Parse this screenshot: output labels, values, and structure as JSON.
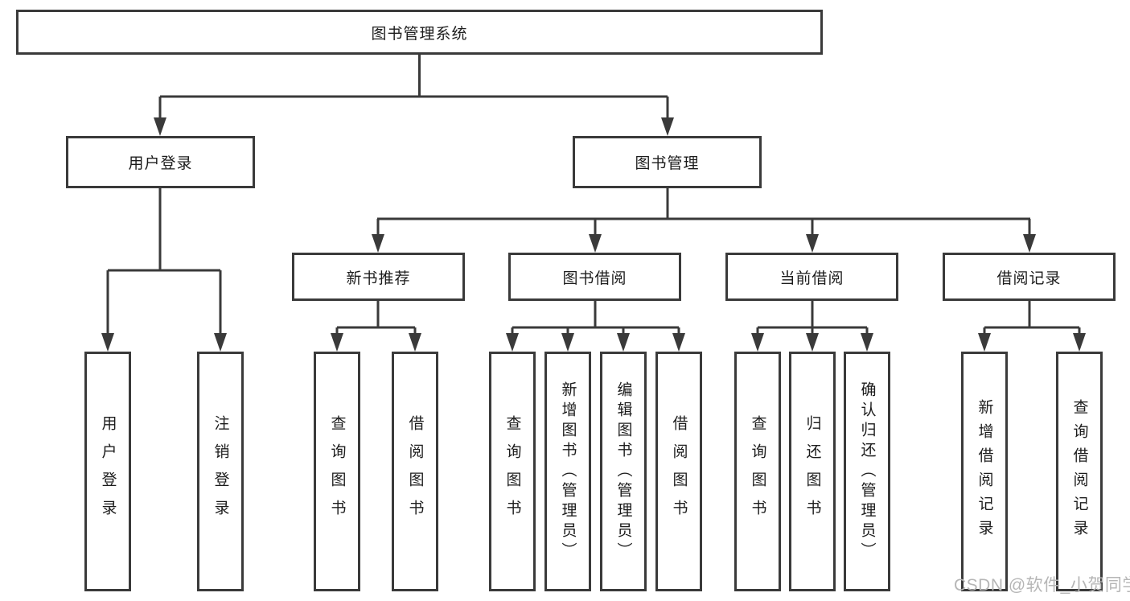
{
  "diagram": {
    "root": "图书管理系统",
    "level2": [
      "用户登录",
      "图书管理"
    ],
    "level3": [
      "新书推荐",
      "图书借阅",
      "当前借阅",
      "借阅记录"
    ],
    "leaves": {
      "user_login": [
        "用户登录",
        "注销登录"
      ],
      "new_book": [
        "查询图书",
        "借阅图书"
      ],
      "book_borrow": [
        "查询图书",
        "新增图书（管理员）",
        "编辑图书（管理员）",
        "借阅图书"
      ],
      "current_borrow": [
        "查询图书",
        "归还图书",
        "确认归还（管理员）"
      ],
      "borrow_records": [
        "新增借阅记录",
        "查询借阅记录"
      ]
    }
  },
  "watermark": "CSDN @软件_小贺同学",
  "colors": {
    "line": "#3a3a3a",
    "box_border": "#3a3a3a",
    "box_fill": "#ffffff",
    "text": "#1c1c1c",
    "watermark": "#b6b6b6",
    "background": "#ffffff"
  }
}
